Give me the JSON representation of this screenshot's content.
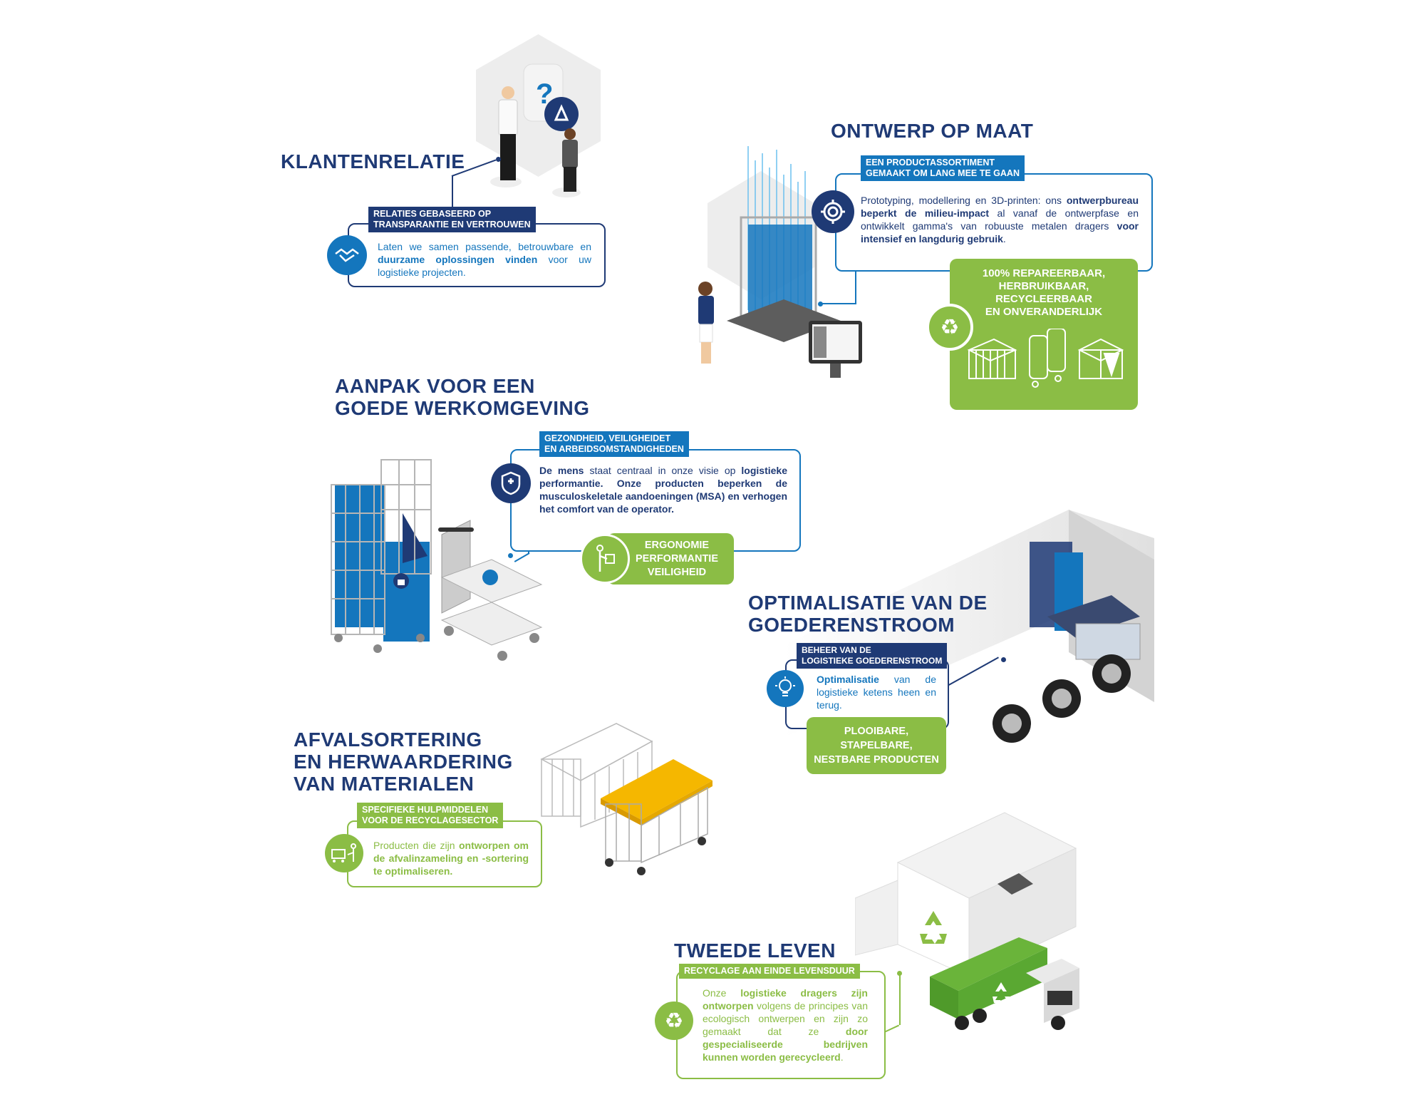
{
  "colors": {
    "navy": "#1f3a75",
    "blue": "#1476bd",
    "green": "#8bbd45",
    "yellow": "#f5b700",
    "grey": "#ededed"
  },
  "sections": {
    "klantenrelatie": {
      "title": "KLANTENRELATIE",
      "tag": [
        "RELATIES GEBASEERD OP",
        "TRANSPARANTIE EN VERTROUWEN"
      ],
      "body": [
        {
          "t": "Laten we samen passende, betrouwbare en ",
          "b": false
        },
        {
          "t": "duurzame oplossingen vinden",
          "b": true
        },
        {
          "t": " voor uw logistieke projecten.",
          "b": false
        }
      ],
      "icon": "handshake-icon"
    },
    "ontwerp": {
      "title": "ONTWERP OP MAAT",
      "tag": [
        "EEN PRODUCTASSORTIMENT",
        "GEMAAKT OM LANG MEE TE GAAN"
      ],
      "body": [
        {
          "t": "Prototyping, modellering en 3D-printen: ons ",
          "b": false
        },
        {
          "t": "ontwerpbureau beperkt de milieu-impact",
          "b": true
        },
        {
          "t": " al vanaf de ontwerpfase en ontwikkelt gamma's van robuuste metalen dragers ",
          "b": false
        },
        {
          "t": "voor intensief en langdurig gebruik",
          "b": true
        },
        {
          "t": ".",
          "b": false
        }
      ],
      "icon": "gear-icon",
      "highlight": [
        "100% REPAREERBAAR,",
        "HERBRUIKBAAR,",
        "RECYCLEERBAAR",
        "EN ONVERANDERLIJK"
      ],
      "highlight_icon": "recycle-icon"
    },
    "werkomgeving": {
      "title": [
        "AANPAK VOOR EEN",
        "GOEDE WERKOMGEVING"
      ],
      "tag": [
        "GEZONDHEID, VEILIGHEIDET",
        "EN ARBEIDSOMSTANDIGHEDEN"
      ],
      "body": [
        {
          "t": "De mens",
          "b": true
        },
        {
          "t": " staat centraal in onze visie op ",
          "b": false
        },
        {
          "t": "logistieke performantie. Onze producten beperken de musculoskeletale aandoeningen (MSA) en verhogen het comfort van de operator.",
          "b": true
        }
      ],
      "icon": "shield-plus-icon",
      "highlight": [
        "ERGONOMIE",
        "PERFORMANTIE",
        "VEILIGHEID"
      ],
      "highlight_icon": "person-carrying-box-icon"
    },
    "goederenstroom": {
      "title": [
        "OPTIMALISATIE VAN DE",
        "GOEDERENSTROOM"
      ],
      "tag": [
        "BEHEER VAN DE",
        "LOGISTIEKE GOEDERENSTROOM"
      ],
      "body": [
        {
          "t": "Optimalisatie",
          "b": true
        },
        {
          "t": " van de logistieke ketens heen en terug.",
          "b": false
        }
      ],
      "icon": "lightbulb-icon",
      "highlight": [
        "PLOOIBARE,",
        "STAPELBARE,",
        "NESTBARE PRODUCTEN"
      ]
    },
    "afvalsortering": {
      "title": [
        "AFVALSORTERING",
        "EN HERWAARDERING",
        "VAN MATERIALEN"
      ],
      "tag": [
        "SPECIFIEKE HULPMIDDELEN",
        "VOOR DE RECYCLAGESECTOR"
      ],
      "body": [
        {
          "t": "Producten die zijn ",
          "b": false
        },
        {
          "t": "ontworpen om de afvalinzameling en -sortering te optimaliseren.",
          "b": true
        }
      ],
      "icon": "waste-trolley-person-icon"
    },
    "tweede_leven": {
      "title": "TWEEDE LEVEN",
      "tag": [
        "RECYCLAGE AAN EINDE LEVENSDUUR"
      ],
      "body": [
        {
          "t": "Onze ",
          "b": false
        },
        {
          "t": "logistieke dragers zijn ontworpen",
          "b": true
        },
        {
          "t": " volgens de principes van ecologisch ontwerpen en zijn zo gemaakt dat ze ",
          "b": false
        },
        {
          "t": "door gespecialiseerde bedrijven kunnen worden gerecycleerd",
          "b": true
        },
        {
          "t": ".",
          "b": false
        }
      ],
      "icon": "recycle-icon"
    }
  }
}
